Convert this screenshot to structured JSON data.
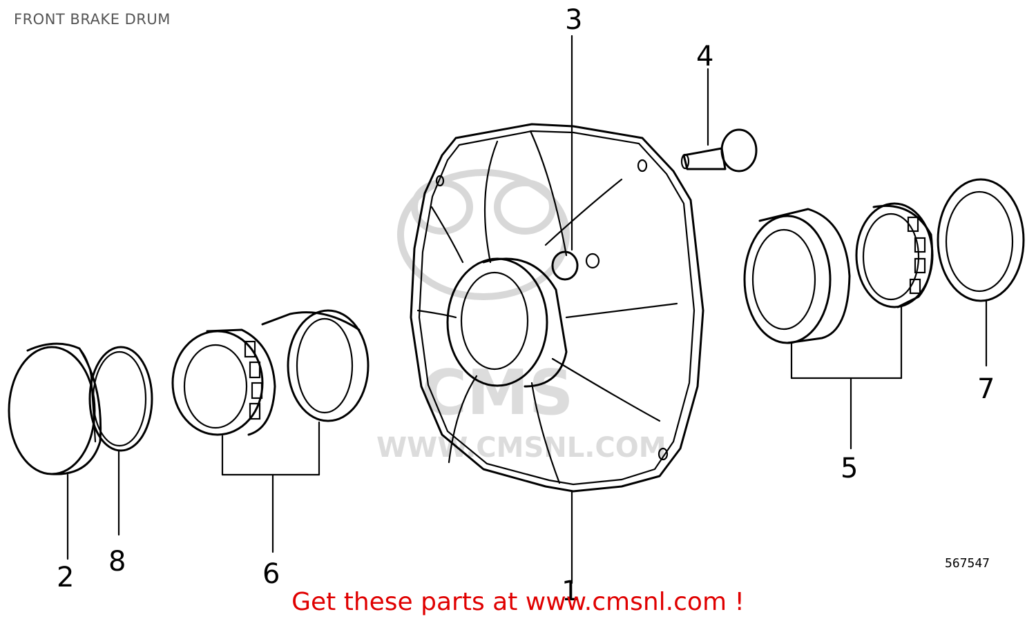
{
  "diagram": {
    "title": "FRONT BRAKE DRUM",
    "code": "567547",
    "footer": "Get these parts at www.cmsnl.com !",
    "watermark": {
      "letters": "CMS",
      "url": "WWW.CMSNL.COM"
    },
    "callouts": [
      {
        "id": "1",
        "label": "1"
      },
      {
        "id": "2",
        "label": "2"
      },
      {
        "id": "3",
        "label": "3"
      },
      {
        "id": "4",
        "label": "4"
      },
      {
        "id": "5",
        "label": "5"
      },
      {
        "id": "6",
        "label": "6"
      },
      {
        "id": "7",
        "label": "7"
      },
      {
        "id": "8",
        "label": "8"
      }
    ]
  }
}
